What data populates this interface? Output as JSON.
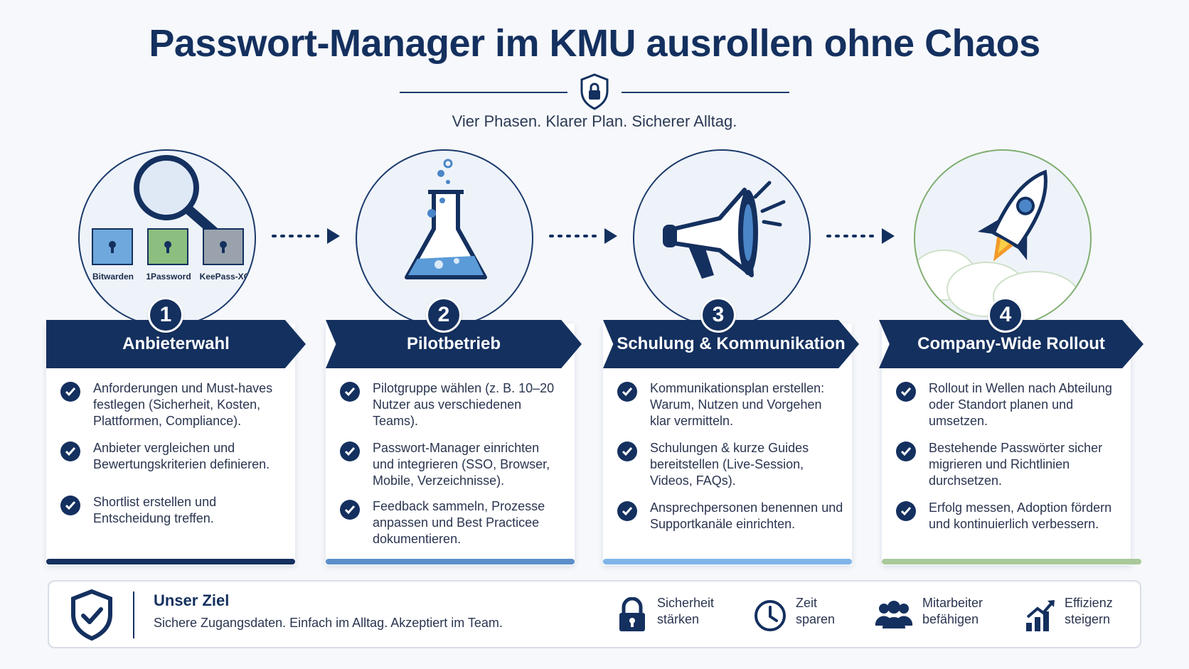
{
  "title": "Passwort-Manager im KMU ausrollen ohne Chaos",
  "subtitle": "Vier Phasen. Klarer Plan. Sicherer Alltag.",
  "phases": [
    {
      "number": "1",
      "title": "Anbieterwahl",
      "box_labels": [
        "Bitwarden",
        "1Password",
        "KeePass-XC"
      ],
      "items": [
        "Anforderungen und Must-haves festlegen (Sicherheit, Kosten, Plattformen, Compliance).",
        "Anbieter vergleichen und Bewertungskriterien definieren.",
        "Shortlist erstellen und Entscheidung treffen."
      ]
    },
    {
      "number": "2",
      "title": "Pilotbetrieb",
      "items": [
        "Pilotgruppe wählen (z. B. 10–20 Nutzer aus verschiedenen Teams).",
        "Passwort-Manager einrichten und integrieren (SSO, Browser, Mobile, Verzeichnisse).",
        "Feedback sammeln, Prozesse anpassen und Best Practicee dokumentieren."
      ]
    },
    {
      "number": "3",
      "title": "Schulung & Kommunikation",
      "items": [
        "Kommunikationsplan erstellen: Warum, Nutzen und Vorgehen klar vermitteln.",
        "Schulungen & kurze Guides bereitstellen (Live-Session, Videos, FAQs).",
        "Ansprechpersonen benennen und Supportkanäle einrichten."
      ]
    },
    {
      "number": "4",
      "title": "Company-Wide Rollout",
      "items": [
        "Rollout in Wellen nach Abteilung oder Standort planen und umsetzen.",
        "Bestehende Passwörter sicher migrieren und Richtlinien durchsetzen.",
        "Erfolg messen, Adoption fördern und kontinuierlich verbessern."
      ]
    }
  ],
  "goal": {
    "title": "Unser Ziel",
    "text": "Sichere Zugangsdaten. Einfach im Alltag. Akzeptiert im Team.",
    "features": [
      {
        "icon": "lock-icon",
        "line1": "Sicherheit",
        "line2": "stärken"
      },
      {
        "icon": "clock-icon",
        "line1": "Zeit",
        "line2": "sparen"
      },
      {
        "icon": "people-icon",
        "line1": "Mitarbeiter",
        "line2": "befähigen"
      },
      {
        "icon": "growth-chart-icon",
        "line1": "Effizienz",
        "line2": "steigern"
      }
    ]
  },
  "colors": {
    "navy": "#14305f",
    "bar_phase1": "#14305f",
    "bar_phase2": "#5b8fc9",
    "bar_phase3": "#7fb3e8",
    "bar_phase4": "#a9c99a"
  }
}
